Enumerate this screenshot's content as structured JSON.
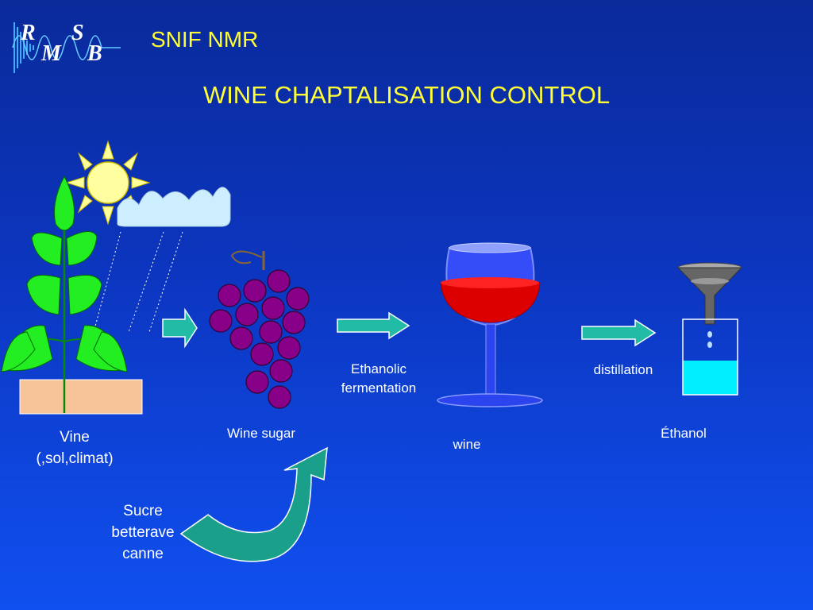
{
  "logo": {
    "letters": [
      "R",
      "M",
      "S",
      "B"
    ]
  },
  "header": {
    "title": "SNIF NMR",
    "subtitle": "WINE CHAPTALISATION CONTROL"
  },
  "labels": {
    "vine": "Vine",
    "vine_sub": "(,sol,climat)",
    "wine_sugar": "Wine sugar",
    "fermentation_1": "Ethanolic",
    "fermentation_2": "fermentation",
    "wine": "wine",
    "distillation": "distillation",
    "ethanol": "Éthanol",
    "sugar_1": "Sucre",
    "sugar_2": "betterave",
    "sugar_3": "canne"
  },
  "colors": {
    "title": "#ffff33",
    "arrow": "#22bba6",
    "grape": "#880088",
    "leaf": "#22dd22",
    "soil": "#f7c49a",
    "wine": "#dd0000",
    "ethanol": "#00eeff"
  }
}
